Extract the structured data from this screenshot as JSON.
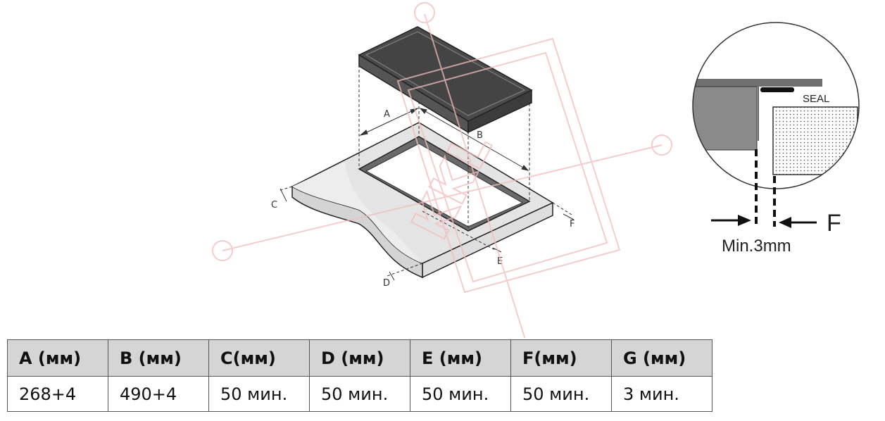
{
  "diagram": {
    "labels": {
      "a": "A",
      "b": "B",
      "c": "C",
      "d": "D",
      "e": "E",
      "f": "F"
    },
    "detail": {
      "seal": "SEAL",
      "f_label": "F",
      "min_gap": "Min.3mm"
    },
    "watermark": "KKL",
    "colors": {
      "cooktop": "#4a4a4a",
      "counter": "#e2e2e2",
      "outline": "#222222",
      "watermark": "#f2bcbc"
    }
  },
  "table": {
    "headers": [
      "A (мм)",
      "B (мм)",
      "C(мм)",
      "D (мм)",
      "E (мм)",
      "F(мм)",
      "G (мм)"
    ],
    "values": [
      "268+4",
      "490+4",
      "50 мин.",
      "50 мин.",
      "50 мин.",
      "50 мин.",
      "3 мин."
    ]
  }
}
